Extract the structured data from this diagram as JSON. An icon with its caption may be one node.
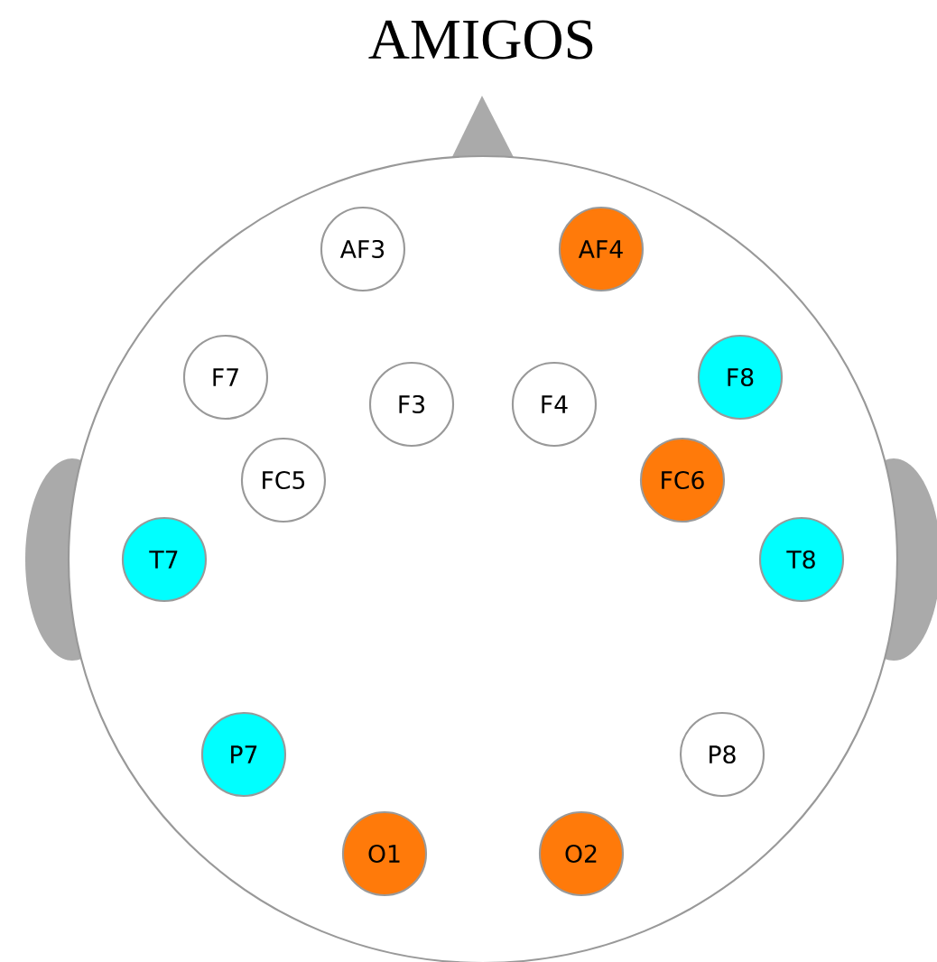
{
  "diagram": {
    "title": "AMIGOS",
    "nodes": [
      {
        "text": [],
        "shape": "circle"
      },
      {
        "text": [
          "AF3"
        ],
        "in": 0
      },
      {
        "text": [
          "AF4"
        ],
        "in": 0
      },
      {
        "text": [
          "F7"
        ],
        "in": 0
      },
      {
        "text": [
          "F3"
        ],
        "in": 0
      },
      {
        "text": [
          "F4"
        ],
        "in": 0
      },
      {
        "text": [
          "F8"
        ],
        "in": 0
      },
      {
        "text": [
          "FC5"
        ],
        "in": 0
      },
      {
        "text": [
          "FC6"
        ],
        "in": 0
      },
      {
        "text": [
          "T7"
        ],
        "in": 0
      },
      {
        "text": [
          "T8"
        ],
        "in": 0
      },
      {
        "text": [
          "P7"
        ],
        "in": 0
      },
      {
        "text": [
          "P8"
        ],
        "in": 0
      },
      {
        "text": [
          "O1"
        ],
        "in": 0
      },
      {
        "text": [
          "O2"
        ],
        "in": 0
      }
    ]
  }
}
